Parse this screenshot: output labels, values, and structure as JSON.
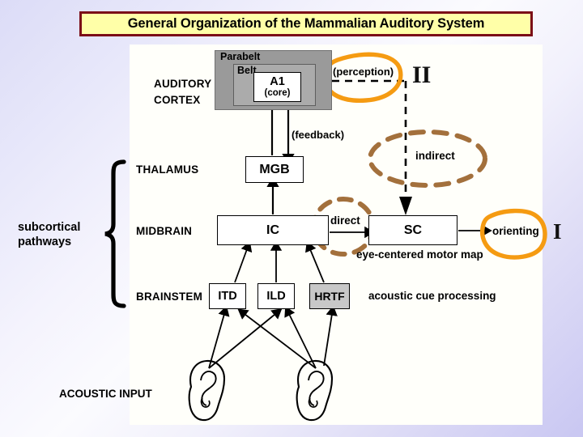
{
  "slide": {
    "title": "General Organization of the Mammalian Auditory System",
    "title_bg": "#ffffa8",
    "title_border": "#7b0d17"
  },
  "annotations": {
    "subcortical_line1": "subcortical",
    "subcortical_line2": "pathways",
    "roman_two": "II",
    "roman_one": "I",
    "highlight_color": "#f59b12",
    "dashed_ellipse_color": "#a3703c"
  },
  "levels": [
    {
      "label_line1": "AUDITORY",
      "label_line2": "CORTEX"
    },
    {
      "label": "THALAMUS"
    },
    {
      "label": "MIDBRAIN"
    },
    {
      "label": "BRAINSTEM"
    }
  ],
  "cortex": {
    "parabelt": "Parabelt",
    "belt": "Belt",
    "core_name": "A1",
    "core_sub": "(core)",
    "parabelt_fill": "#9a9a9a",
    "belt_fill": "#ababab",
    "core_fill": "#ffffff"
  },
  "boxes": [
    {
      "id": "mgb",
      "label": "MGB",
      "fill": "#ffffff"
    },
    {
      "id": "ic",
      "label": "IC",
      "fill": "#ffffff"
    },
    {
      "id": "sc",
      "label": "SC",
      "fill": "#ffffff"
    },
    {
      "id": "itd",
      "label": "ITD",
      "fill": "#ffffff"
    },
    {
      "id": "ild",
      "label": "ILD",
      "fill": "#ffffff"
    },
    {
      "id": "hrtf",
      "label": "HRTF",
      "fill": "#c8c8c8"
    }
  ],
  "labels": {
    "perception": "(perception)",
    "feedback": "(feedback)",
    "indirect": "indirect",
    "direct": "direct",
    "orienting": "orienting",
    "eye_centered_motor_map": "eye-centered motor map",
    "acoustic_cue_processing": "acoustic cue processing",
    "acoustic_input": "ACOUSTIC INPUT"
  }
}
